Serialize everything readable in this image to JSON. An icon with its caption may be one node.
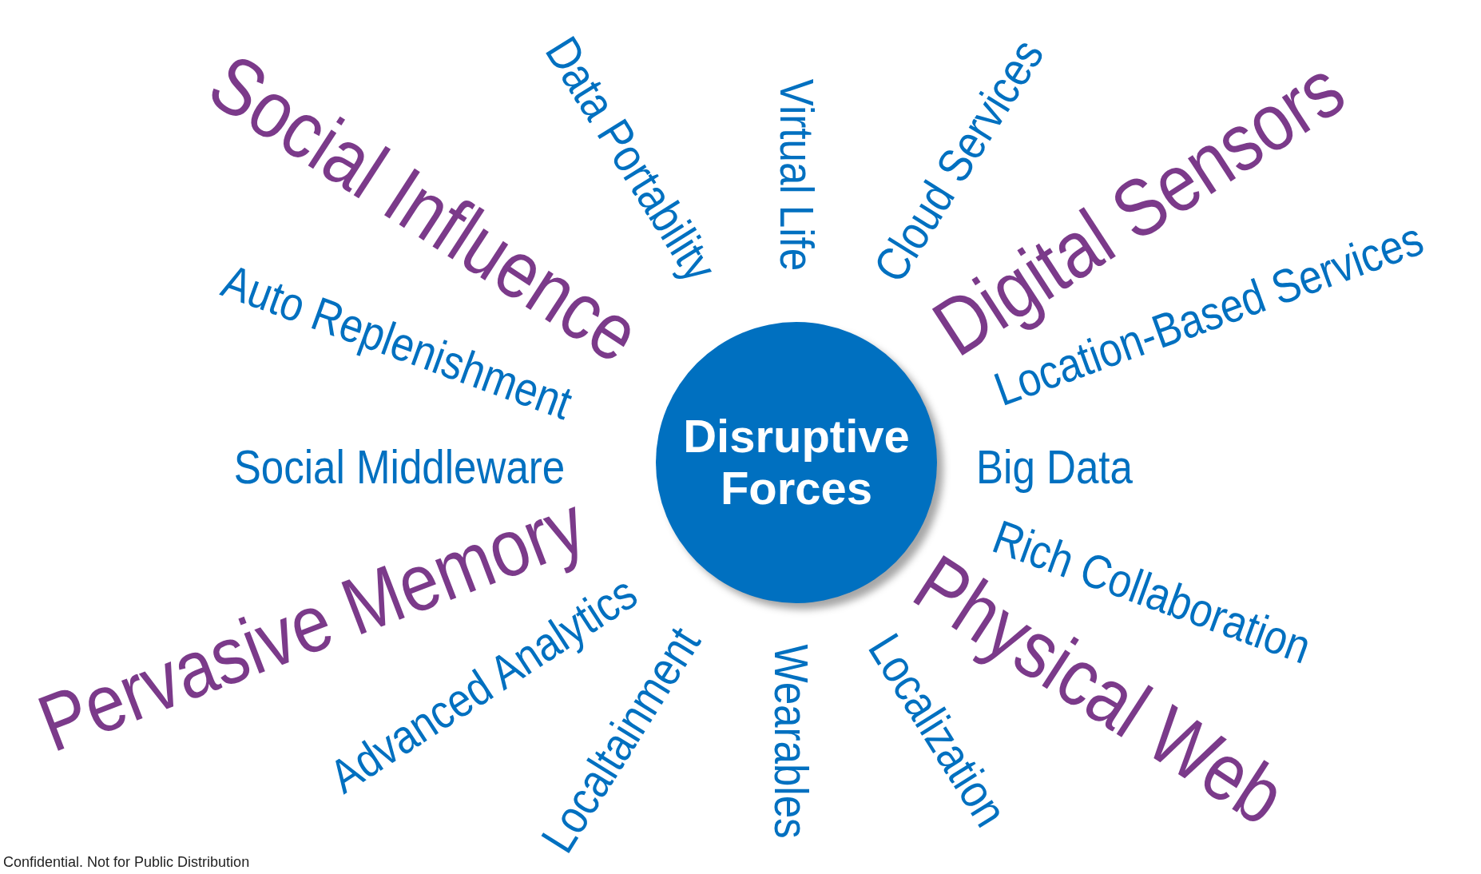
{
  "diagram": {
    "nodes": [
      {
        "text": [
          "Disruptive Forces"
        ]
      }
    ],
    "labels": [
      "Social Influence",
      "Data Portability",
      "Virtual Life",
      "Cloud Services",
      "Digital Sensors",
      "Auto Replenishment",
      "Location-Based Services",
      "Social Middleware",
      "Big Data",
      "Pervasive Memory",
      "Advanced Analytics",
      "Localtainment",
      "Wearables",
      "Localization",
      "Rich Collaboration",
      "Physical Web",
      "Confidential. Not for Public Distribution"
    ]
  }
}
